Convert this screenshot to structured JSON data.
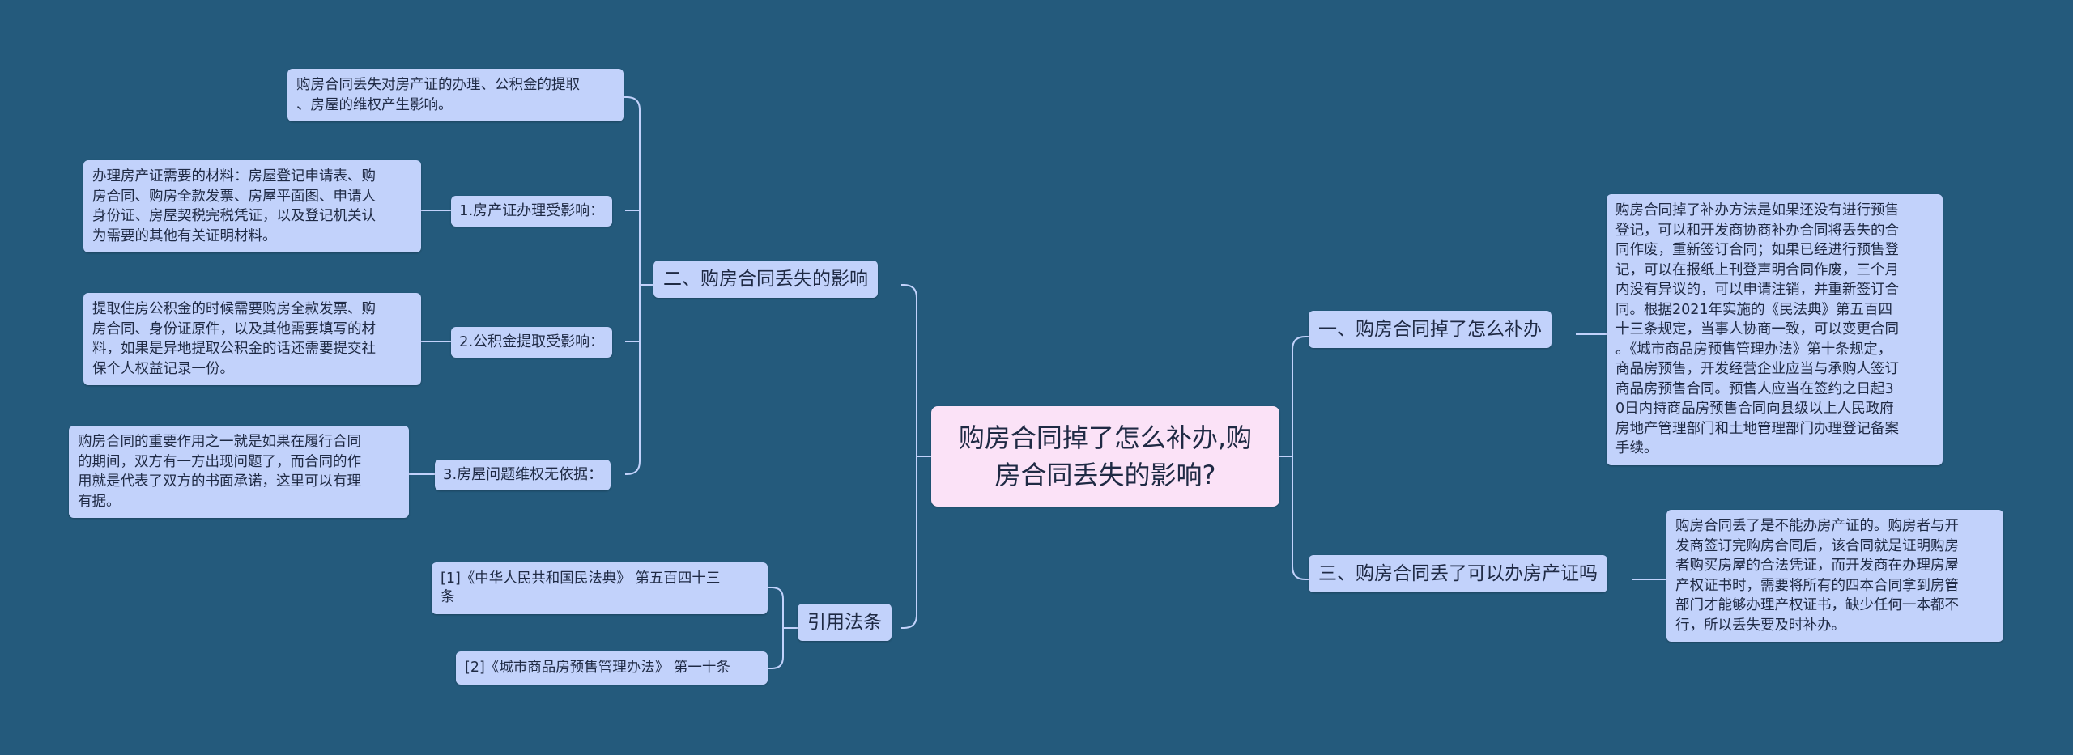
{
  "root": {
    "title": "购房合同掉了怎么补办,购\n房合同丢失的影响?"
  },
  "right": [
    {
      "label": "一、购房合同掉了怎么补办",
      "detail": "购房合同掉了补办方法是如果还没有进行预售\n登记，可以和开发商协商补办合同将丢失的合\n同作废，重新签订合同；如果已经进行预售登\n记，可以在报纸上刊登声明合同作废，三个月\n内没有异议的，可以申请注销，并重新签订合\n同。根据2021年实施的《民法典》第五百四\n十三条规定，当事人协商一致，可以变更合同\n。《城市商品房预售管理办法》第十条规定，\n商品房预售，开发经营企业应当与承购人签订\n商品房预售合同。预售人应当在签约之日起3\n0日内持商品房预售合同向县级以上人民政府\n房地产管理部门和土地管理部门办理登记备案\n手续。"
    },
    {
      "label": "三、购房合同丢了可以办房产证吗",
      "detail": "购房合同丢了是不能办房产证的。购房者与开\n发商签订完购房合同后，该合同就是证明购房\n者购买房屋的合法凭证，而开发商在办理房屋\n产权证书时，需要将所有的四本合同拿到房管\n部门才能够办理产权证书，缺少任何一本都不\n行，所以丢失要及时补办。"
    }
  ],
  "left": {
    "impact": {
      "label": "二、购房合同丢失的影响",
      "summary": "购房合同丢失对房产证的办理、公积金的提取\n、房屋的维权产生影响。",
      "items": [
        {
          "label": "1.房产证办理受影响：",
          "detail": "办理房产证需要的材料：房屋登记申请表、购\n房合同、购房全款发票、房屋平面图、申请人\n身份证、房屋契税完税凭证，以及登记机关认\n为需要的其他有关证明材料。"
        },
        {
          "label": "2.公积金提取受影响：",
          "detail": "提取住房公积金的时候需要购房全款发票、购\n房合同、身份证原件，以及其他需要填写的材\n料，如果是异地提取公积金的话还需要提交社\n保个人权益记录一份。"
        },
        {
          "label": "3.房屋问题维权无依据：",
          "detail": "购房合同的重要作用之一就是如果在履行合同\n的期间，双方有一方出现问题了，而合同的作\n用就是代表了双方的书面承诺，这里可以有理\n有据。"
        }
      ]
    },
    "refs": {
      "label": "引用法条",
      "items": [
        "[1]《中华人民共和国民法典》 第五百四十三\n条",
        "[2]《城市商品房预售管理办法》 第一十条"
      ]
    }
  },
  "colors": {
    "background": "#245a7c",
    "node_fill": "#c2d2fb",
    "root_fill": "#fbe2f7",
    "connector": "#c2d2fb",
    "text": "#1f2a44"
  }
}
